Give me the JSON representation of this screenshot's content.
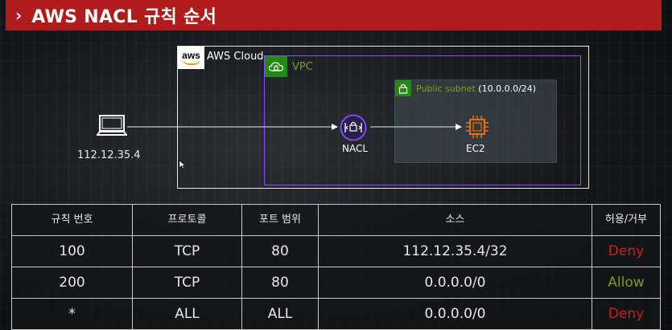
{
  "title": {
    "chevron": "›",
    "text": "AWS NACL 규칙 순서"
  },
  "diagram": {
    "aws_cloud_label": "AWS Cloud",
    "aws_logo_text": "aws",
    "vpc_label": "VPC",
    "subnet_label": "Public subnet",
    "subnet_cidr": "(10.0.0.0/24)",
    "client_ip": "112.12.35.4",
    "nacl_label": "NACL",
    "ec2_label": "EC2",
    "colors": {
      "title_bar": "#b01c1c",
      "vpc_border": "#8c4fff",
      "vpc_green": "#248814",
      "label_green": "#7aa116",
      "ec2_orange": "#ed7100"
    }
  },
  "table": {
    "headers": [
      "규칙 번호",
      "프로토콜",
      "포트 범위",
      "소스",
      "허용/거부"
    ],
    "rows": [
      {
        "rule": "100",
        "protocol": "TCP",
        "port": "80",
        "source": "112.12.35.4/32",
        "action": "Deny"
      },
      {
        "rule": "200",
        "protocol": "TCP",
        "port": "80",
        "source": "0.0.0.0/0",
        "action": "Allow"
      },
      {
        "rule": "*",
        "protocol": "ALL",
        "port": "ALL",
        "source": "0.0.0.0/0",
        "action": "Deny"
      }
    ],
    "action_colors": {
      "Deny": "#c81e1e",
      "Allow": "#7aa116"
    }
  }
}
